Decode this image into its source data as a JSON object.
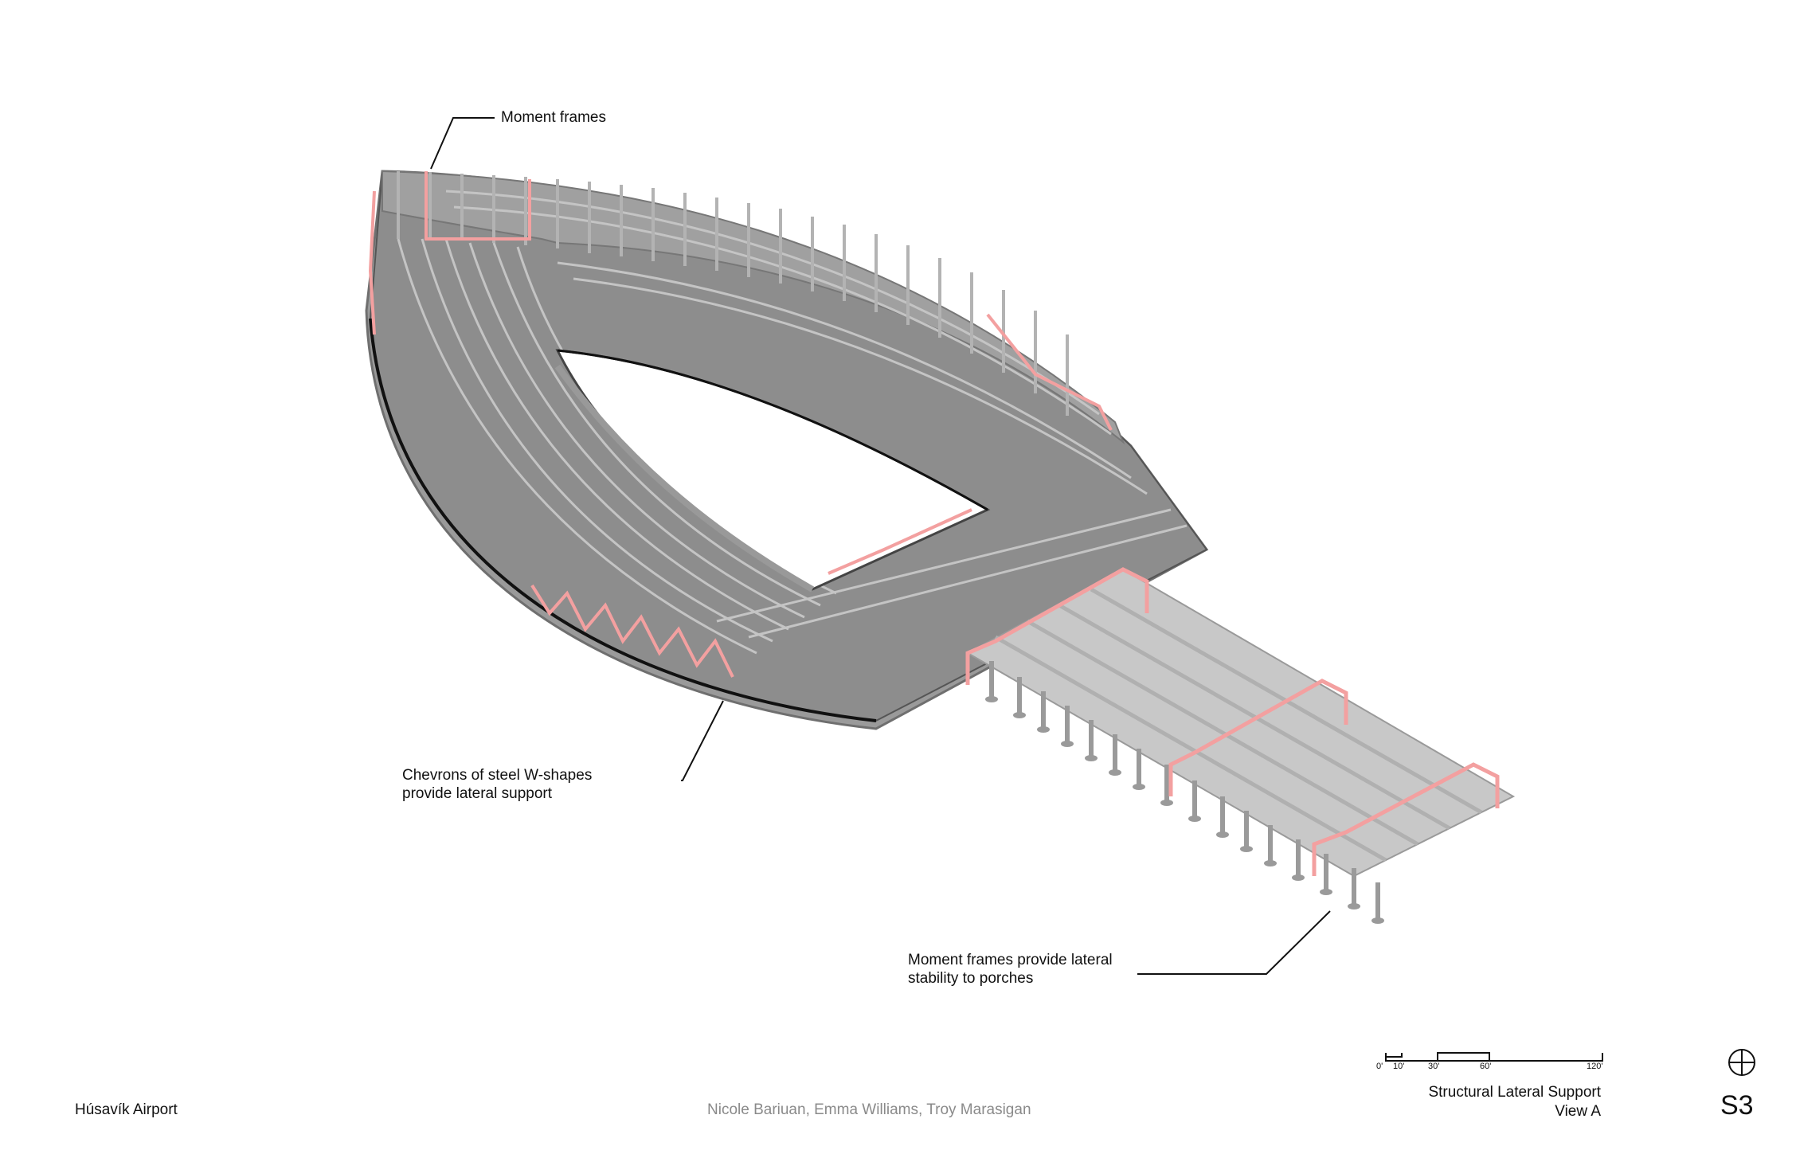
{
  "annotations": {
    "moment_frames": "Moment frames",
    "chevrons_line1": "Chevrons of steel W-shapes",
    "chevrons_line2": "provide lateral support",
    "porches_line1": "Moment frames provide lateral",
    "porches_line2": "stability to porches"
  },
  "footer": {
    "project": "Húsavík Airport",
    "authors": "Nicole Bariuan, Emma Williams, Troy Marasigan",
    "title_line1": "Structural Lateral Support",
    "title_line2": "View A",
    "sheet_number": "S3"
  },
  "scale_bar": {
    "ticks": [
      "0'",
      "10'",
      "30'",
      "60'",
      "120'"
    ]
  },
  "colors": {
    "structure": "#a9a9a9",
    "structure_dark": "#7d7d7d",
    "lateral_highlight": "#f3a0a0",
    "leader": "#111111"
  }
}
